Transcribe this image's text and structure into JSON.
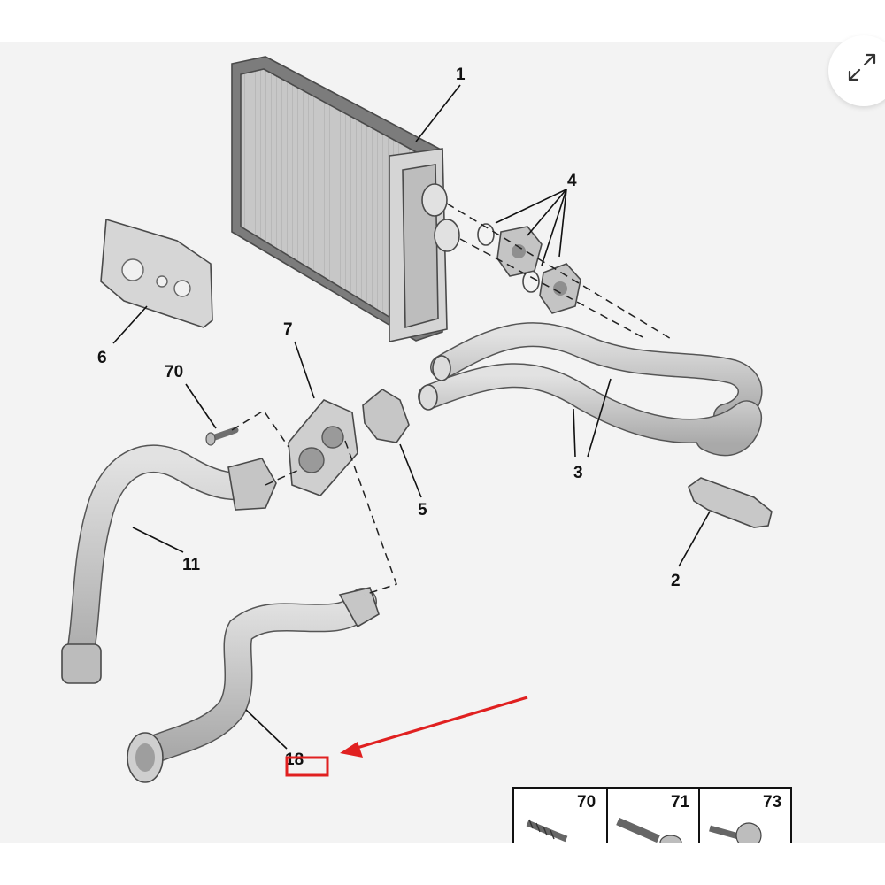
{
  "callouts": {
    "c1": "1",
    "c2": "2",
    "c3": "3",
    "c4": "4",
    "c5": "5",
    "c6": "6",
    "c7": "7",
    "c11": "11",
    "c18": "18",
    "c70": "70"
  },
  "legend": {
    "items": [
      "70",
      "71",
      "73"
    ]
  },
  "colors": {
    "highlight": "#e02020",
    "part_fill": "#c9c9c9",
    "background": "#f3f3f3"
  },
  "icons": {
    "expand": "expand-arrows-icon"
  }
}
